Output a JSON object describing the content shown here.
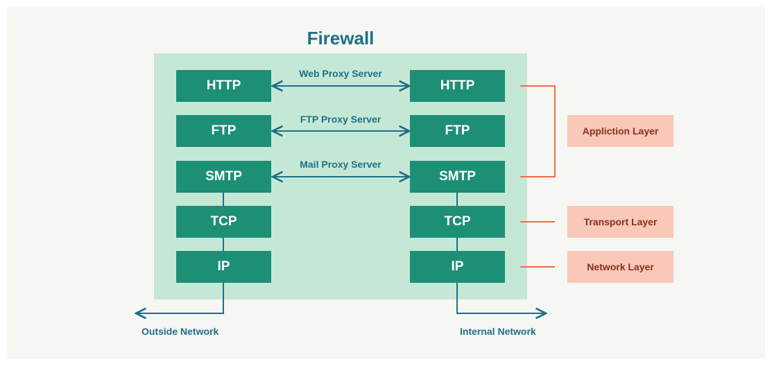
{
  "title": "Firewall",
  "outside": {
    "http": "HTTP",
    "ftp": "FTP",
    "smtp": "SMTP",
    "tcp": "TCP",
    "ip": "IP"
  },
  "inside": {
    "http": "HTTP",
    "ftp": "FTP",
    "smtp": "SMTP",
    "tcp": "TCP",
    "ip": "IP"
  },
  "proxies": {
    "web": "Web Proxy Server",
    "ftp": "FTP Proxy Server",
    "mail": "Mail Proxy Server"
  },
  "layers": {
    "application": "Appliction Layer",
    "transport": "Transport Layer",
    "network": "Network Layer"
  },
  "networks": {
    "outside": "Outside Network",
    "internal": "Internal Network"
  },
  "colors": {
    "box": "#1c8f75",
    "firewall_area": "#c5e8d6",
    "title": "#1d6f87",
    "layer_box": "#f9c8b8",
    "layer_text": "#8a2f1a",
    "bracket": "#ee6b47",
    "connector": "#1d6f87"
  }
}
